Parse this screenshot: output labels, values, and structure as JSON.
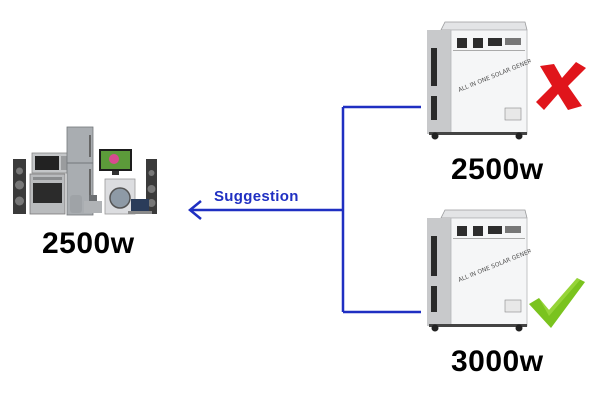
{
  "appliances": {
    "power_label": "2500w"
  },
  "suggestion": {
    "label": "Suggestion",
    "color": "#1f2fc2"
  },
  "generators": [
    {
      "text": "ALL IN ONE SOLAR GENERATOR",
      "power_label": "2500w",
      "verdict": "cross-mark-icon",
      "verdict_color": "#e0151b"
    },
    {
      "text": "ALL IN ONE SOLAR GENERATOR",
      "power_label": "3000w",
      "verdict": "check-mark-icon",
      "verdict_color": "#7ac31e"
    }
  ]
}
